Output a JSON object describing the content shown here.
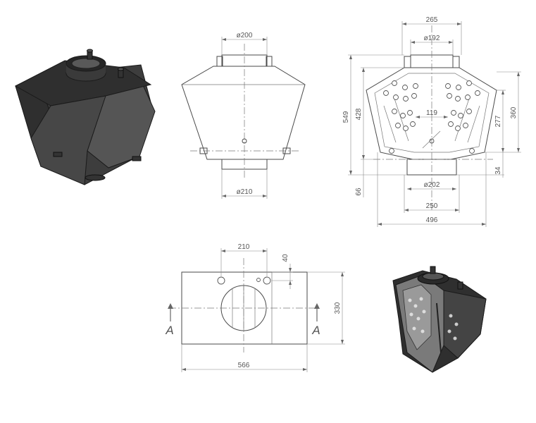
{
  "dimensions": {
    "top_flue_diameter": "ø200",
    "bottom_flue_diameter": "ø210",
    "section_top_width": "265",
    "section_inner_diameter": "ø192",
    "section_height_total": "549",
    "section_height_inner": "428",
    "section_height_right": "360",
    "section_height_right_inner": "277",
    "section_middle_width": "119",
    "section_bottom_offset": "66",
    "section_bottom_right": "34",
    "section_bottom_diameter": "ø202",
    "section_bottom_width": "250",
    "section_total_width": "496",
    "plan_hole_spacing": "210",
    "plan_edge_offset": "40",
    "plan_depth": "330",
    "plan_width": "566"
  },
  "section_labels": {
    "left": "A",
    "right": "A"
  },
  "colors": {
    "line": "#4a4a4a",
    "dimension": "#888888",
    "solid": "#2f2f2f"
  }
}
